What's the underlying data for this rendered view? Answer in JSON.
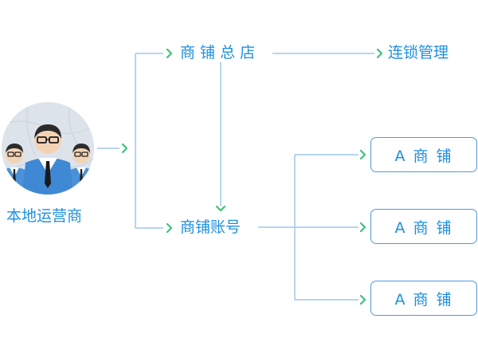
{
  "operator": {
    "label": "本地运营商"
  },
  "head_store": {
    "label": "商 铺 总 店"
  },
  "chain": {
    "label": "连锁管理"
  },
  "account": {
    "label": "商铺账号"
  },
  "stores": [
    {
      "label": "A 商 铺"
    },
    {
      "label": "A 商 铺"
    },
    {
      "label": "A 商 铺"
    }
  ],
  "colors": {
    "line": "#9fc7e8",
    "arrow": "#3cc47c",
    "text": "#1e8fe0",
    "box_border": "#4a9be3",
    "avatar_bg": "#dde3ea",
    "suit": "#4a92d8"
  }
}
